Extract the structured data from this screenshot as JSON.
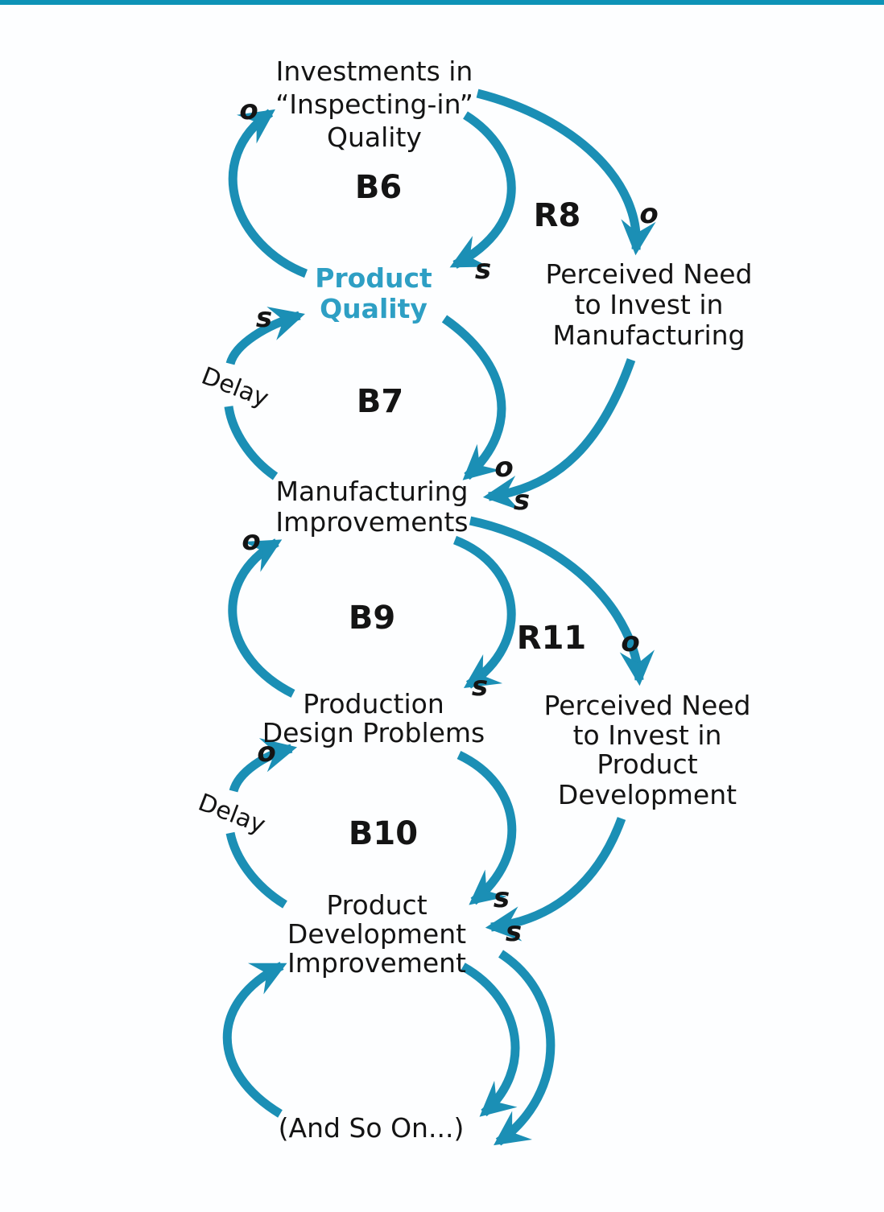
{
  "diagram": {
    "description_type": "causal-loop-diagram",
    "colors": {
      "arrow": "#1b8fb5",
      "accent_node_text": "#2e9fc4",
      "node_text": "#141414",
      "top_border": "#0d93b7",
      "background": "#fdfeff"
    },
    "nodes": {
      "investments_inspecting_quality": {
        "lines": [
          "Investments in",
          "“Inspecting-in”",
          "Quality"
        ]
      },
      "product_quality": {
        "lines": [
          "Product",
          "Quality"
        ]
      },
      "perceived_need_manufacturing": {
        "lines": [
          "Perceived Need",
          "to Invest in",
          "Manufacturing"
        ]
      },
      "manufacturing_improvements": {
        "lines": [
          "Manufacturing",
          "Improvements"
        ]
      },
      "production_design_problems": {
        "lines": [
          "Production",
          "Design Problems"
        ]
      },
      "perceived_need_product_development": {
        "lines": [
          "Perceived Need",
          "to Invest in",
          "Product",
          "Development"
        ]
      },
      "product_development_improvement": {
        "lines": [
          "Product",
          "Development",
          "Improvement"
        ]
      },
      "and_so_on": {
        "lines": [
          "(And So On...)"
        ]
      }
    },
    "loop_labels": {
      "b6": "B6",
      "r8": "R8",
      "b7": "B7",
      "b9": "B9",
      "r11": "R11",
      "b10": "B10"
    },
    "delay_labels": {
      "b7": "Delay",
      "b10": "Delay"
    },
    "polarity_labels": {
      "b6_o": "o",
      "b6_s": "s",
      "r8_o": "o",
      "b7_s": "s",
      "b7_o": "o",
      "mfg_in_s": "s",
      "b9_o": "o",
      "b9_s": "s",
      "r11_o": "o",
      "b10_o": "o",
      "b10_s": "s",
      "pd_in_s": "s"
    }
  }
}
